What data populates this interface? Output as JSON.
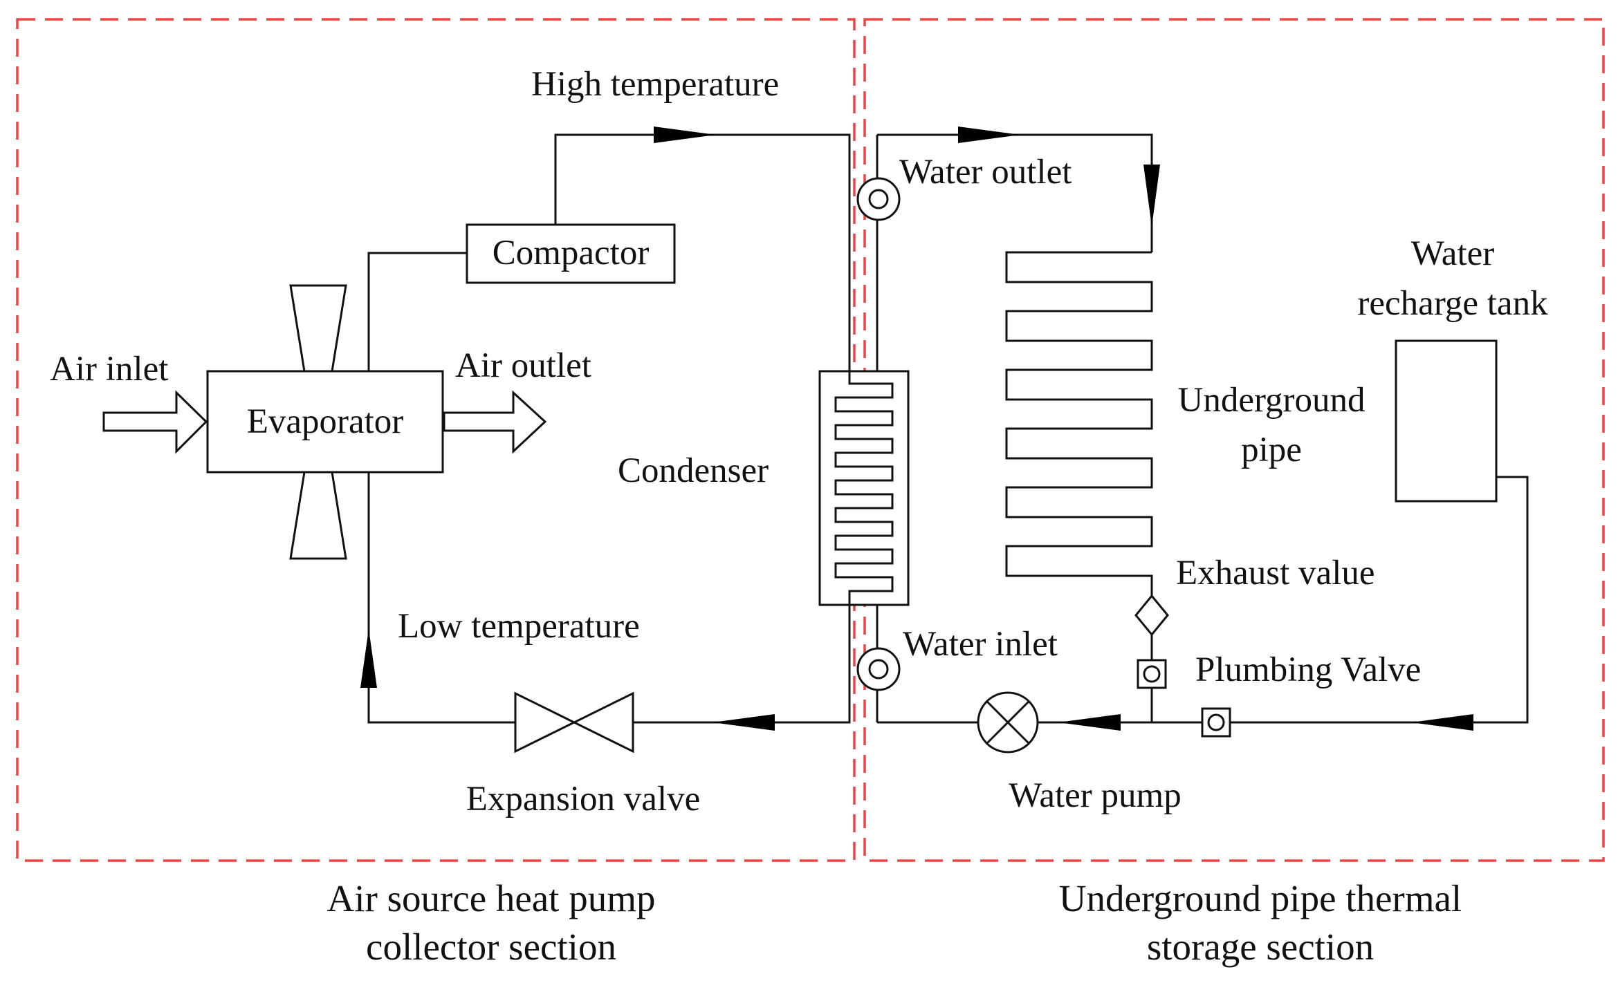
{
  "sections": {
    "left": {
      "line1": "Air source heat pump",
      "line2": "collector section"
    },
    "right": {
      "line1": "Underground pipe thermal",
      "line2": "storage section"
    }
  },
  "labels": {
    "high_temperature": "High temperature",
    "low_temperature": "Low temperature",
    "compactor": "Compactor",
    "evaporator": "Evaporator",
    "air_inlet": "Air inlet",
    "air_outlet": "Air outlet",
    "condenser": "Condenser",
    "expansion_valve": "Expansion valve",
    "water_outlet": "Water outlet",
    "water_inlet": "Water inlet",
    "water_recharge_tank_1": "Water",
    "water_recharge_tank_2": "recharge tank",
    "underground_pipe_1": "Underground",
    "underground_pipe_2": "pipe",
    "exhaust_value": "Exhaust value",
    "plumbing_valve": "Plumbing Valve",
    "water_pump": "Water pump"
  },
  "colors": {
    "section_border": "#ee4444",
    "line": "#111111"
  }
}
